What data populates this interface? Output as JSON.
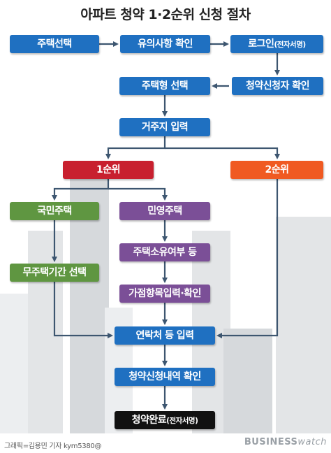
{
  "title": "아파트 청약 1·2순위 신청 절차",
  "steps": {
    "house_select": "주택선택",
    "notice_check": "유의사항 확인",
    "login": "로그인",
    "login_note": "(전자서명)",
    "applicant_check": "청약신청자 확인",
    "type_select": "주택형 선택",
    "residence_input": "거주지 입력",
    "rank1": "1순위",
    "rank2": "2순위",
    "national_housing": "국민주택",
    "private_housing": "민영주택",
    "homeless_period": "무주택기간 선택",
    "home_ownership": "주택소유여부 등",
    "points_input": "가점항목입력·확인",
    "contact_input": "연락처 등 입력",
    "application_check": "청약신청내역 확인",
    "complete": "청약완료",
    "complete_note": "(전자서명)"
  },
  "credit": "그래픽=김용민 기자 kym5380@",
  "brand": {
    "part1": "BUSINESS",
    "part2": "watch"
  },
  "colors": {
    "blue": "#1f70c1",
    "red": "#c8202f",
    "orange": "#f05a22",
    "green": "#5f9641",
    "purple": "#7b4f97",
    "black": "#111111",
    "arrow": "#3d5670"
  }
}
